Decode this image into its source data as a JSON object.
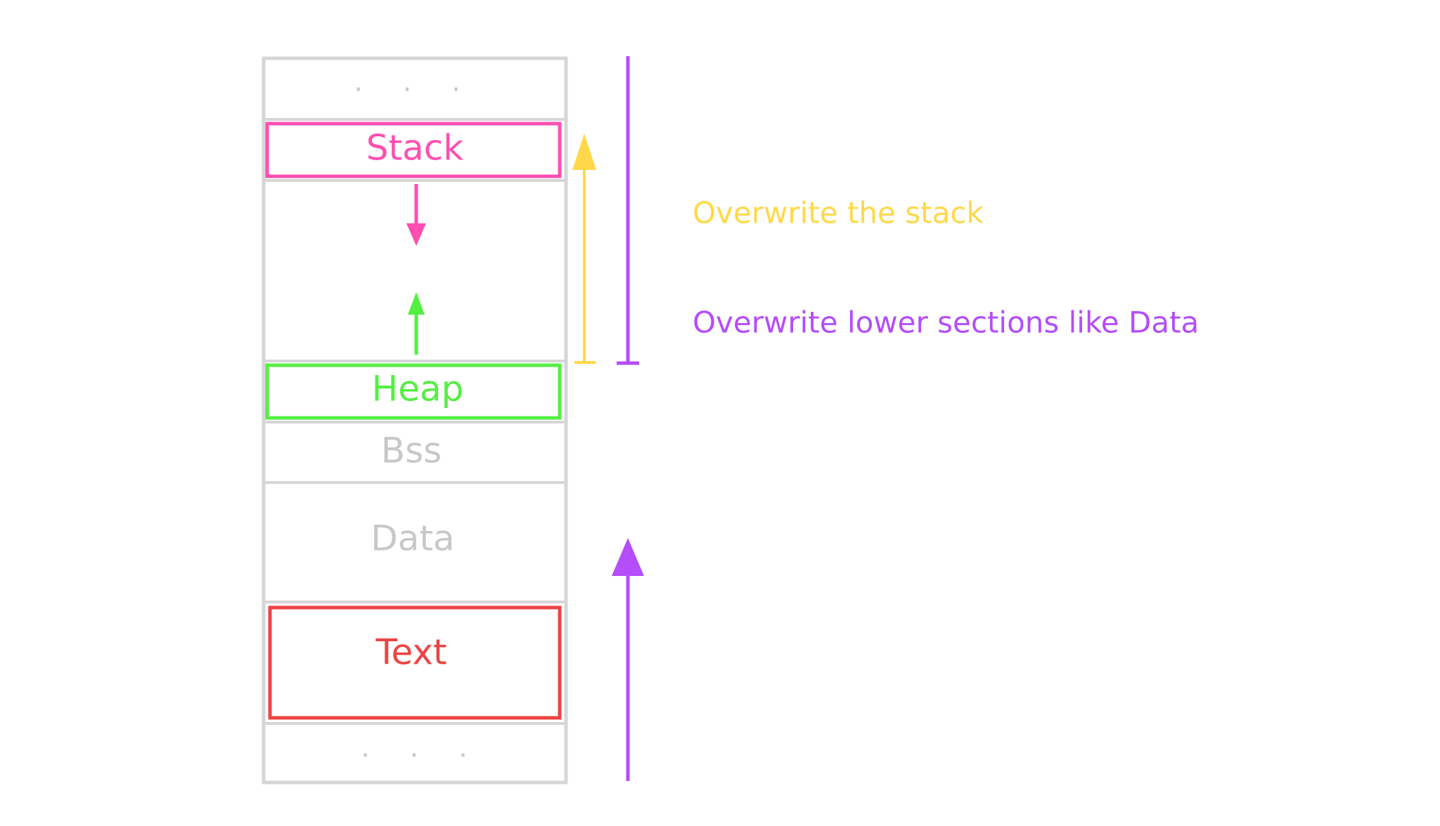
{
  "diagram": {
    "segments": {
      "top_ellipsis": "· · ·",
      "stack": "Stack",
      "heap": "Heap",
      "bss": "Bss",
      "data": "Data",
      "text": "Text",
      "bottom_ellipsis": "· · ·"
    },
    "annotations": {
      "overwrite_stack": "Overwrite the stack",
      "overwrite_lower": "Overwrite lower sections like Data"
    }
  },
  "colors": {
    "frame": "#d6d6d6",
    "muted_text": "#c8c8c8",
    "stack": "#ff4fb0",
    "heap": "#55ee44",
    "text": "#ee4444",
    "yellow": "#ffd84a",
    "purple": "#b44dfa"
  }
}
